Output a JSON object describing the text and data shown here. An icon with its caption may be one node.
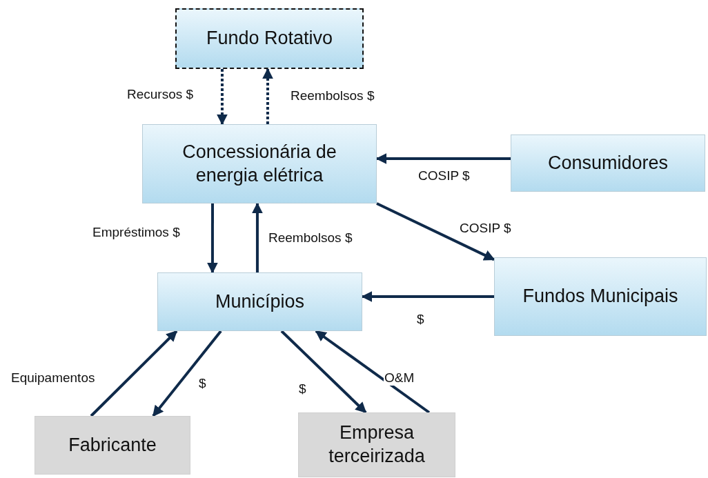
{
  "diagram": {
    "nodes": [
      {
        "text": [
          "Fundo Rotativo"
        ]
      },
      {
        "text": [
          "Concessionária de energia elétrica"
        ]
      },
      {
        "text": [
          "Consumidores"
        ]
      },
      {
        "text": [
          "Municípios"
        ]
      },
      {
        "text": [
          "Fundos Municipais"
        ]
      },
      {
        "text": [
          "Fabricante"
        ]
      },
      {
        "text": [
          "Empresa terceirizada"
        ]
      }
    ],
    "edges": [
      {
        "from": 0,
        "to": 1,
        "arrow": "to",
        "label": "Recursos $",
        "style": "dashed"
      },
      {
        "from": 1,
        "to": 0,
        "arrow": "to",
        "label": "Reembolsos $",
        "style": "dashed"
      },
      {
        "from": 2,
        "to": 1,
        "arrow": "to",
        "label": "COSIP $"
      },
      {
        "from": 1,
        "to": 4,
        "arrow": "to",
        "label": "COSIP $"
      },
      {
        "from": 1,
        "to": 3,
        "arrow": "to",
        "label": "Empréstimos $"
      },
      {
        "from": 3,
        "to": 1,
        "arrow": "to",
        "label": "Reembolsos $"
      },
      {
        "from": 4,
        "to": 3,
        "arrow": "to",
        "label": "$"
      },
      {
        "from": 5,
        "to": 3,
        "arrow": "to",
        "label": "Equipamentos"
      },
      {
        "from": 3,
        "to": 5,
        "arrow": "to",
        "label": "$"
      },
      {
        "from": 3,
        "to": 6,
        "arrow": "to",
        "label": "$"
      },
      {
        "from": 6,
        "to": 3,
        "arrow": "to",
        "label": "O&M"
      }
    ]
  }
}
